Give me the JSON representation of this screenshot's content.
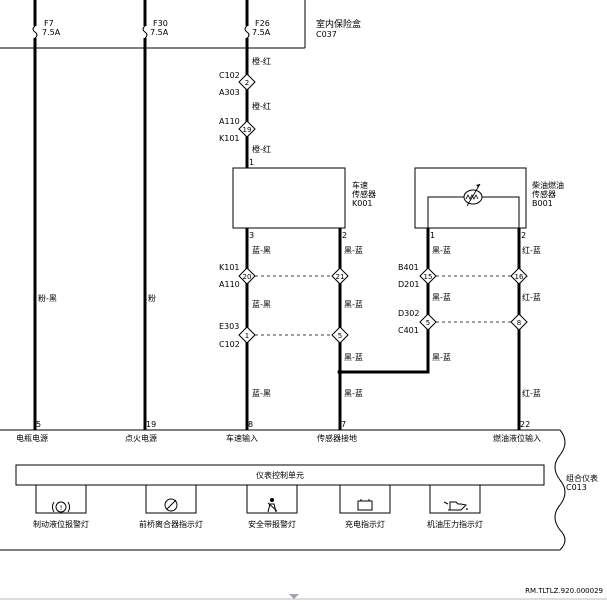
{
  "fuse_box": {
    "name": "室内保险盒",
    "code": "C037",
    "fuses": [
      {
        "id": "F7",
        "rating": "7.5A"
      },
      {
        "id": "F30",
        "rating": "7.5A"
      },
      {
        "id": "F26",
        "rating": "7.5A"
      }
    ]
  },
  "wire_colors": {
    "orange_red": "橙-红",
    "pink_black": "粉-黑",
    "pink": "粉",
    "blue_black": "蓝-黑",
    "black_blue": "黑-蓝",
    "red_blue": "红-蓝"
  },
  "connectors": {
    "c102_top": {
      "code": "C102",
      "pin": "2"
    },
    "a303": {
      "code": "A303"
    },
    "a110_top": {
      "code": "A110",
      "pin": "19"
    },
    "k101_top": {
      "code": "K101"
    },
    "k101_mid": {
      "code": "K101",
      "pin_a": "20",
      "pin_b": "21"
    },
    "a110_mid": {
      "code": "A110"
    },
    "e303": {
      "code": "E303",
      "pin_a": "1",
      "pin_b": "5"
    },
    "c102_mid": {
      "code": "C102"
    },
    "b401": {
      "code": "B401",
      "pin_a": "15",
      "pin_b": "16"
    },
    "d201": {
      "code": "D201"
    },
    "d302": {
      "code": "D302",
      "pin_a": "5",
      "pin_b": "8"
    },
    "c401": {
      "code": "C401"
    }
  },
  "speed_sensor": {
    "name_line1": "车速",
    "name_line2": "传感器",
    "code": "K001",
    "pin_top": "1",
    "pin_left": "3",
    "pin_right": "2"
  },
  "fuel_sensor": {
    "name_line1": "柴油燃油",
    "name_line2": "传感器",
    "code": "B001",
    "pin_left": "1",
    "pin_right": "2"
  },
  "cluster_pins": [
    {
      "pin": "5",
      "label": "电瓶电源"
    },
    {
      "pin": "19",
      "label": "点火电源"
    },
    {
      "pin": "8",
      "label": "车速输入"
    },
    {
      "pin": "7",
      "label": "传感器接地"
    },
    {
      "pin": "22",
      "label": "燃油液位输入"
    }
  ],
  "cluster": {
    "name": "组合仪表",
    "code": "C013",
    "control_unit": "仪表控制单元",
    "lamps": [
      {
        "label": "制动液位报警灯",
        "icon": "brake-warning-icon"
      },
      {
        "label": "前桥离合器指示灯",
        "icon": "gauge-needle-icon"
      },
      {
        "label": "安全带报警灯",
        "icon": "seatbelt-icon"
      },
      {
        "label": "充电指示灯",
        "icon": "battery-icon"
      },
      {
        "label": "机油压力指示灯",
        "icon": "oil-can-icon"
      }
    ]
  },
  "doc_ref": "RM.TLTLZ.920.000029"
}
